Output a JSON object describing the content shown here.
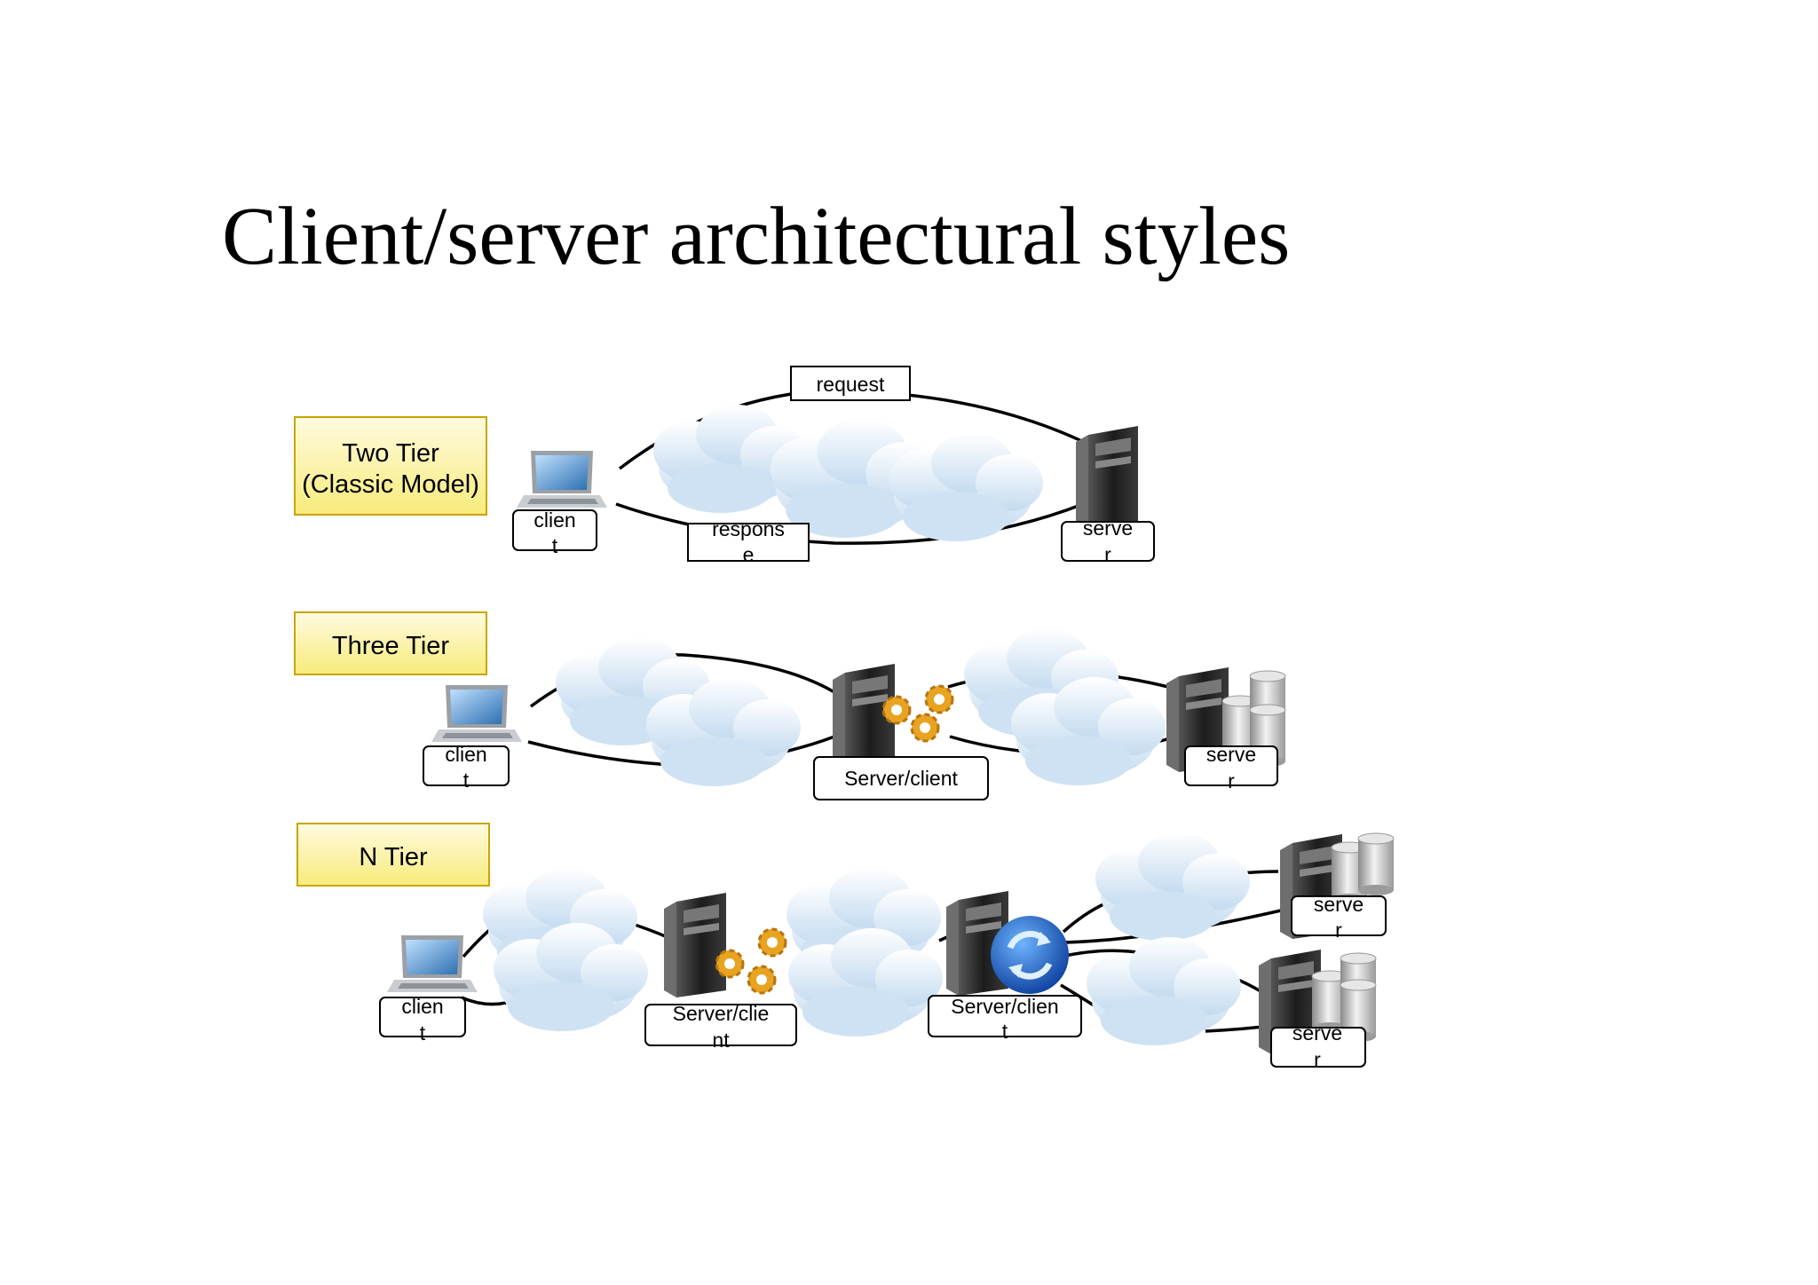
{
  "slide": {
    "title": "Client/server architectural styles"
  },
  "tiers": {
    "two": {
      "label_line1": "Two Tier",
      "label_line2": "(Classic Model)"
    },
    "three": {
      "label": "Three Tier"
    },
    "n": {
      "label": "N Tier"
    }
  },
  "two_tier": {
    "request": "request",
    "response_line1": "respons",
    "response_line2": "e",
    "client_line1": "clien",
    "client_line2": "t",
    "server_line1": "serve",
    "server_line2": "r"
  },
  "three_tier": {
    "client_line1": "clien",
    "client_line2": "t",
    "middle": "Server/client",
    "server_line1": "serve",
    "server_line2": "r"
  },
  "n_tier": {
    "client_line1": "clien",
    "client_line2": "t",
    "middle1_line1": "Server/clie",
    "middle1_line2": "nt",
    "middle2_line1": "Server/clien",
    "middle2_line2": "t",
    "server1_line1": "serve",
    "server1_line2": "r",
    "server2_line1": "serve",
    "server2_line2": "r"
  },
  "colors": {
    "tier_box_fill": "#fbf3a6",
    "tier_box_border": "#c9a400",
    "cloud": "#d6e6f4",
    "server_body": "#2a2a2a",
    "gear": "#e8a321",
    "sync_globe": "#1a5fc8"
  }
}
